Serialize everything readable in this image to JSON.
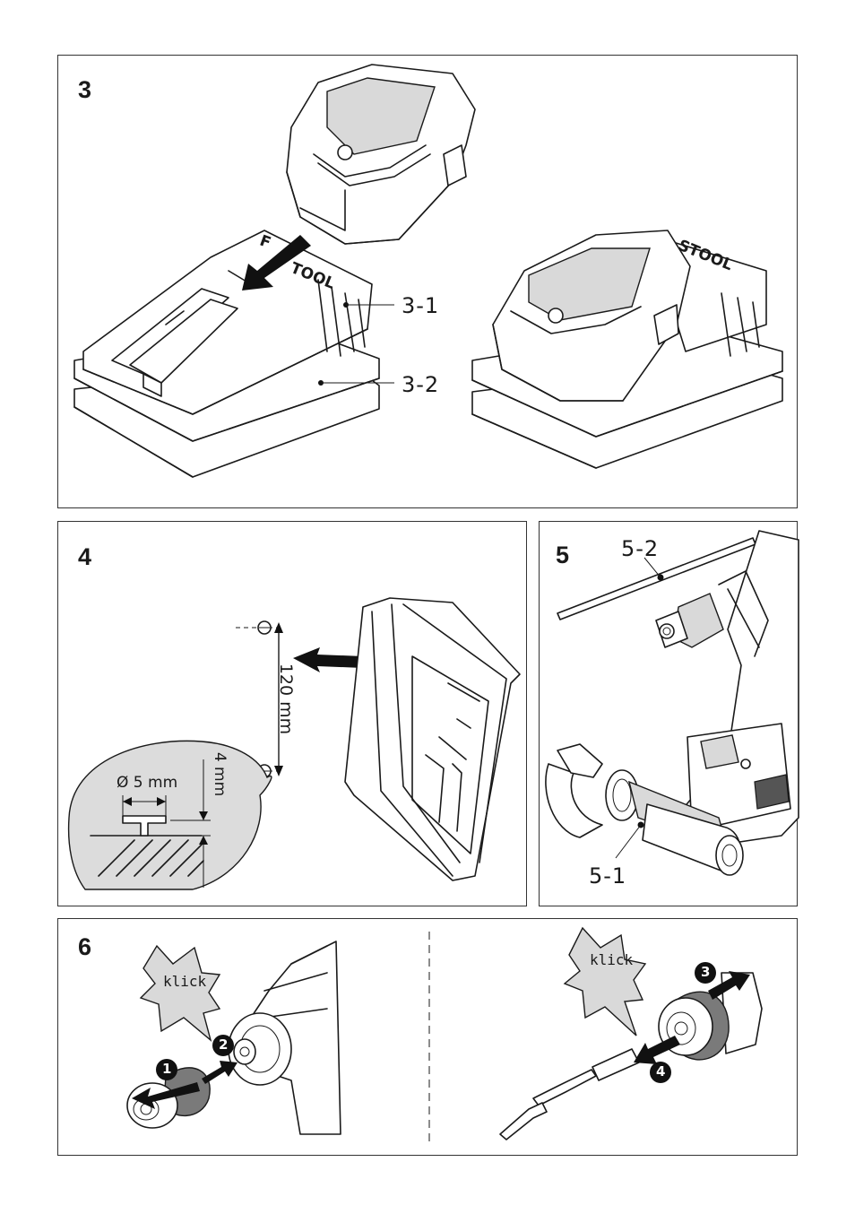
{
  "panels": {
    "p3": {
      "number": "3",
      "callouts": [
        "3-1",
        "3-2"
      ]
    },
    "p4": {
      "number": "4",
      "dimensions": {
        "spacing": "120 mm",
        "diameter": "Ø 5 mm",
        "depth": "4 mm"
      }
    },
    "p5": {
      "number": "5",
      "callouts": [
        "5-2",
        "5-1"
      ]
    },
    "p6": {
      "number": "6",
      "klick": "klick",
      "steps": [
        "1",
        "2",
        "3",
        "4"
      ]
    }
  },
  "brand_fragments": [
    "F",
    "TOOL",
    "STOOL"
  ],
  "colors": {
    "line": "#1a1a1a",
    "panel_border": "#333333",
    "shade": "#d9d9d9"
  }
}
